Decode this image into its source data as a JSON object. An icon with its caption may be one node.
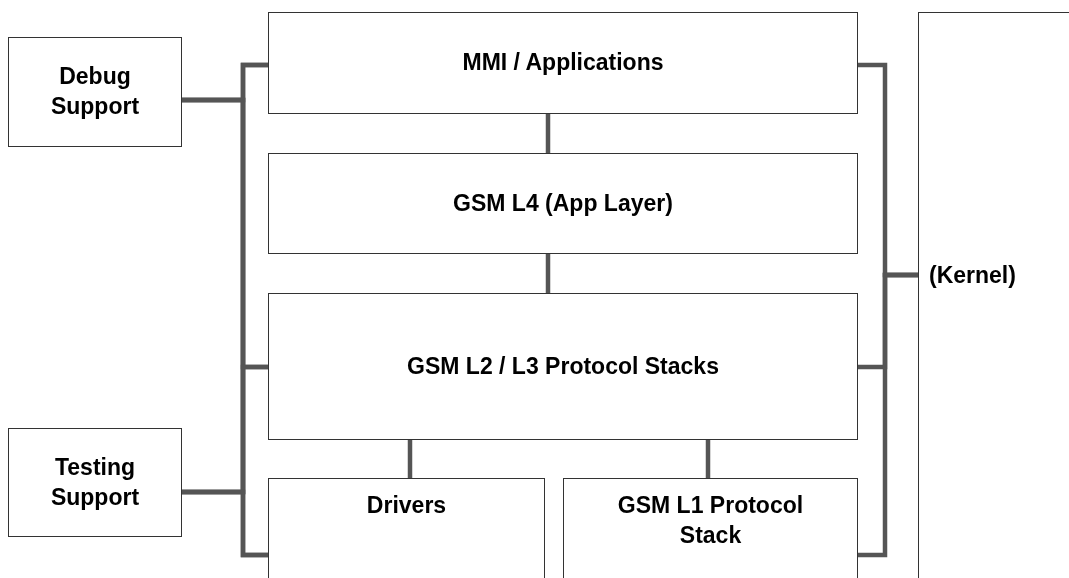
{
  "diagram": {
    "nodes": [
      {
        "text": [
          "Debug Support"
        ]
      },
      {
        "text": [
          "MMI / Applications"
        ]
      },
      {
        "text": [
          "GSM L4 (App Layer)"
        ]
      },
      {
        "text": [
          "GSM L2 / L3 Protocol Stacks"
        ]
      },
      {
        "text": [
          "Testing Support"
        ]
      },
      {
        "text": [
          "Drivers"
        ]
      },
      {
        "text": [
          "GSM L1 Protocol Stack"
        ]
      },
      {
        "text": [
          "(Kernel)"
        ]
      }
    ],
    "edges": [
      {
        "from": 0,
        "to": 1,
        "arrow": "none"
      },
      {
        "from": 0,
        "to": 3,
        "arrow": "none"
      },
      {
        "from": 0,
        "to": 5,
        "arrow": "none"
      },
      {
        "from": 4,
        "to": 1,
        "arrow": "none"
      },
      {
        "from": 4,
        "to": 3,
        "arrow": "none"
      },
      {
        "from": 4,
        "to": 5,
        "arrow": "none"
      },
      {
        "from": 7,
        "to": 1,
        "arrow": "none"
      },
      {
        "from": 7,
        "to": 3,
        "arrow": "none"
      },
      {
        "from": 7,
        "to": 6,
        "arrow": "none"
      },
      {
        "from": 1,
        "to": 2,
        "arrow": "none"
      },
      {
        "from": 2,
        "to": 3,
        "arrow": "none"
      },
      {
        "from": 3,
        "to": 5,
        "arrow": "none"
      },
      {
        "from": 3,
        "to": 6,
        "arrow": "none"
      }
    ]
  }
}
